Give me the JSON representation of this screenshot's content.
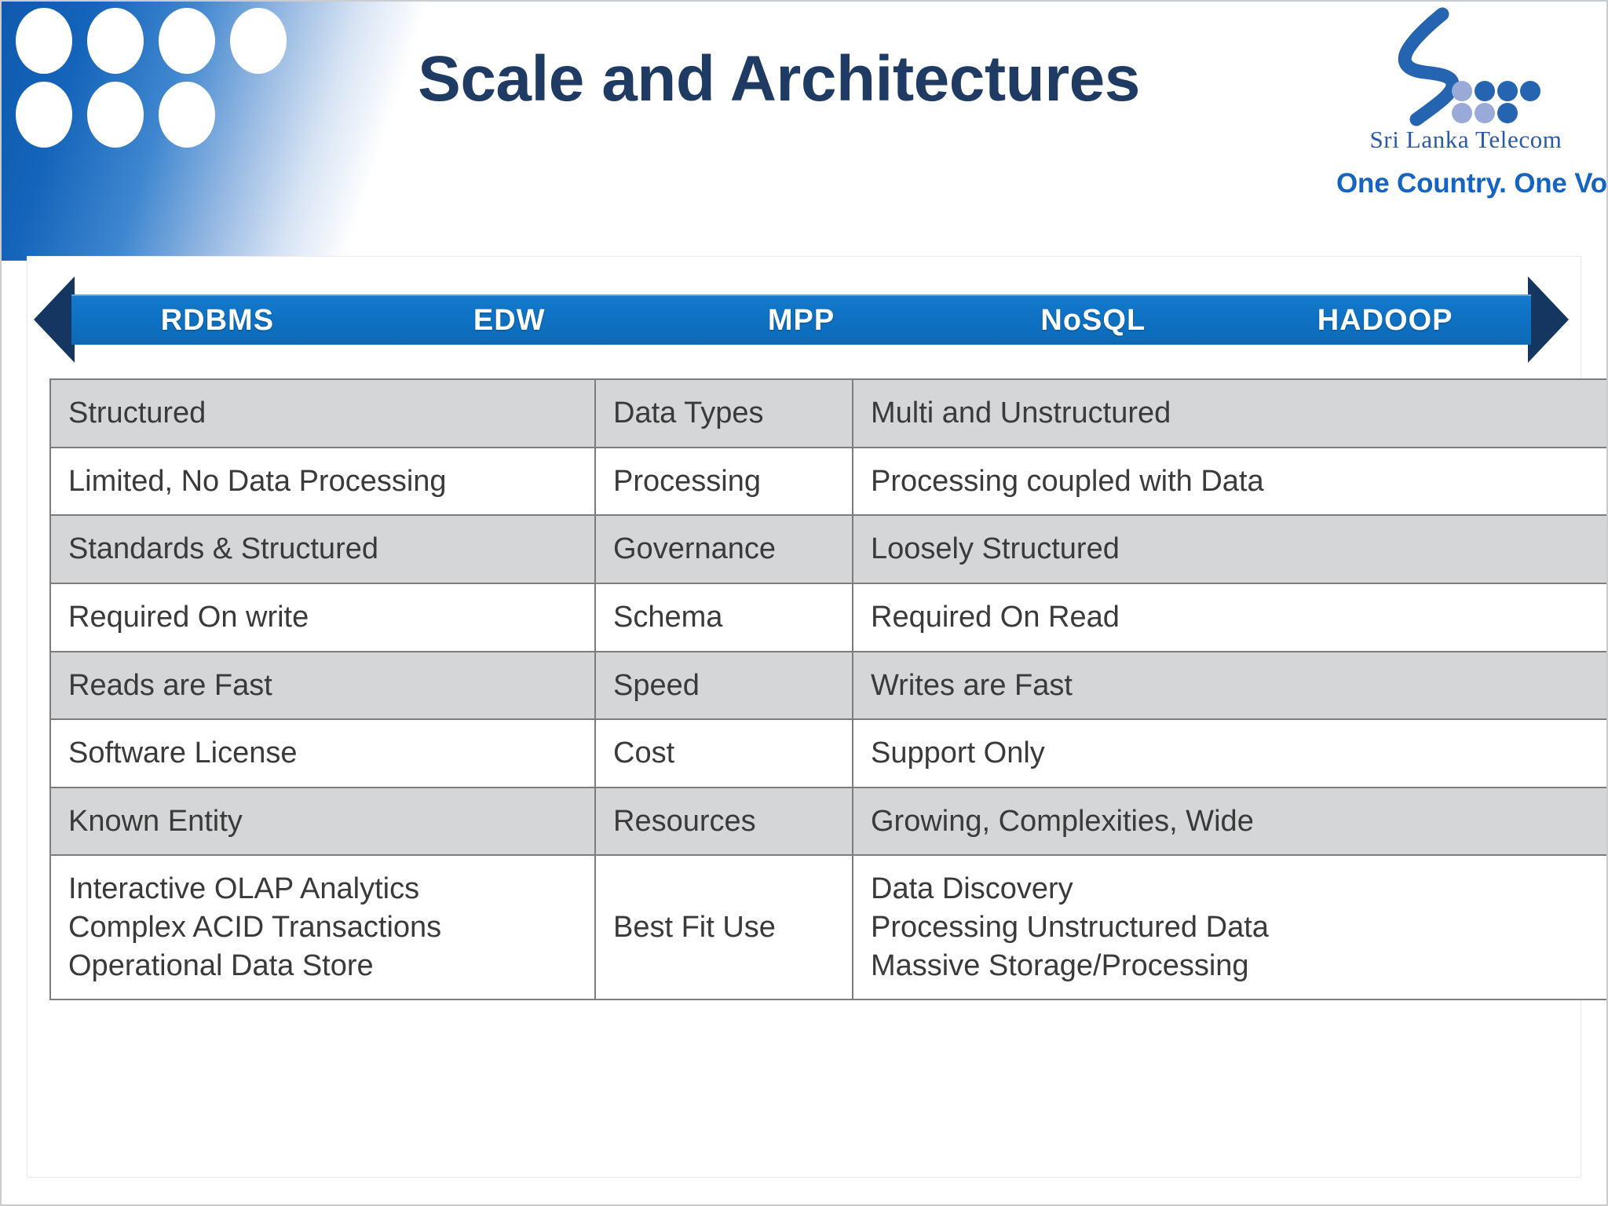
{
  "slide": {
    "title": "Scale and Architectures"
  },
  "logo": {
    "wordmark": "Sri Lanka Telecom",
    "tagline": "One Country. One Voice.",
    "mark_color": "#2464b0",
    "dot_dark": "#2464b0",
    "dot_light": "#9aaad8"
  },
  "spectrum": {
    "stages": [
      {
        "label": "RDBMS"
      },
      {
        "label": "EDW"
      },
      {
        "label": "MPP"
      },
      {
        "label": "NoSQL"
      },
      {
        "label": "HADOOP"
      }
    ],
    "band_color": "#0f72c4",
    "head_color": "#143660"
  },
  "table": {
    "columns": [
      "rdbms",
      "category",
      "hadoop"
    ],
    "rows": [
      {
        "shaded": true,
        "rdbms": [
          "Structured"
        ],
        "category": [
          "Data Types"
        ],
        "hadoop": [
          "Multi and Unstructured"
        ]
      },
      {
        "shaded": false,
        "rdbms": [
          "Limited, No Data Processing"
        ],
        "category": [
          "Processing"
        ],
        "hadoop": [
          "Processing coupled with Data"
        ]
      },
      {
        "shaded": true,
        "rdbms": [
          "Standards & Structured"
        ],
        "category": [
          "Governance"
        ],
        "hadoop": [
          "Loosely Structured"
        ]
      },
      {
        "shaded": false,
        "rdbms": [
          "Required On write"
        ],
        "category": [
          "Schema"
        ],
        "hadoop": [
          "Required On Read"
        ]
      },
      {
        "shaded": true,
        "rdbms": [
          "Reads are Fast"
        ],
        "category": [
          "Speed"
        ],
        "hadoop": [
          "Writes are Fast"
        ]
      },
      {
        "shaded": false,
        "rdbms": [
          "Software License"
        ],
        "category": [
          "Cost"
        ],
        "hadoop": [
          "Support Only"
        ]
      },
      {
        "shaded": true,
        "rdbms": [
          "Known Entity"
        ],
        "category": [
          "Resources"
        ],
        "hadoop": [
          "Growing, Complexities, Wide"
        ]
      },
      {
        "shaded": false,
        "rdbms": [
          "Interactive OLAP Analytics",
          "Complex ACID Transactions",
          "Operational Data Store"
        ],
        "category": [
          "Best Fit Use"
        ],
        "hadoop": [
          "Data Discovery",
          "Processing Unstructured Data",
          "Massive Storage/Processing"
        ]
      }
    ]
  },
  "decor": {
    "corner_dots_row1": 4,
    "corner_dots_row2": 3,
    "corner_gradient_start": "#0b56a8"
  }
}
